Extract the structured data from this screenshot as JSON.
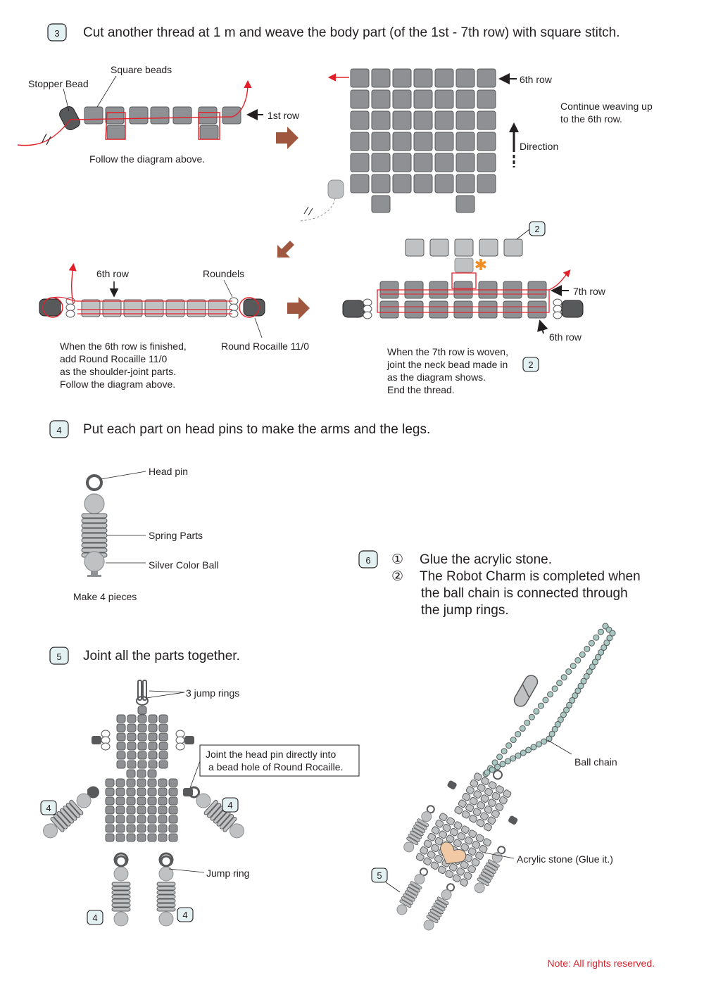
{
  "steps": {
    "s3": {
      "number": "3",
      "title": "Cut another thread at 1 m and weave the body part (of the 1st - 7th row) with square stitch.",
      "labels": {
        "stopper_bead": "Stopper Bead",
        "square_beads": "Square beads",
        "row1": "1st row",
        "follow": "Follow the diagram above.",
        "row6_top": "6th row",
        "continue_1": "Continue weaving up",
        "continue_2": "to the 6th row.",
        "direction": "Direction",
        "row6_mid": "6th row",
        "roundels": "Roundels",
        "round_rocaille": "Round Rocaille 11/0",
        "shoulder_note": [
          "When the 6th row is finished,",
          "add Round Rocaille 11/0",
          "as the shoulder-joint parts.",
          "Follow the diagram above."
        ],
        "ref2": "2",
        "row7": "7th row",
        "row6_bottom": "6th row",
        "neck_note_1": "When the 7th row is woven,",
        "neck_note_2": "joint the neck bead made in",
        "neck_note_ref": "2",
        "neck_note_3": "as the diagram shows.",
        "neck_note_4": "End the thread."
      }
    },
    "s4": {
      "number": "4",
      "title": "Put each part on head pins to make the arms and the legs.",
      "labels": {
        "head_pin": "Head pin",
        "spring_parts": "Spring Parts",
        "silver_ball": "Silver Color Ball",
        "make4": "Make 4 pieces"
      }
    },
    "s5": {
      "number": "5",
      "title": "Joint all the parts together.",
      "labels": {
        "jump_rings3": "3 jump rings",
        "callout_1": "Joint the head pin directly into",
        "callout_2": "a bead hole of Round Rocaille.",
        "jump_ring": "Jump ring",
        "ref4": "4"
      }
    },
    "s6": {
      "number": "6",
      "items": [
        {
          "mark": "①",
          "text": "Glue the acrylic stone."
        },
        {
          "mark": "②",
          "text": "The Robot Charm is completed when"
        }
      ],
      "item2_lines": [
        "the ball chain is connected through",
        "the jump rings."
      ],
      "labels": {
        "ball_chain": "Ball chain",
        "acrylic": "Acrylic stone (Glue it.)",
        "ref5": "5"
      }
    }
  },
  "footer": {
    "note": "Note:  All rights reserved."
  },
  "colors": {
    "bead": "#bfc1c3",
    "bead_dark": "#8e9093",
    "stopper": "#58595b",
    "thread": "#e3202a",
    "arrow_brown": "#a0573f",
    "asterisk": "#f28c1f",
    "badge_fill": "#e3f1f3",
    "stone": "#f2c9a5"
  }
}
